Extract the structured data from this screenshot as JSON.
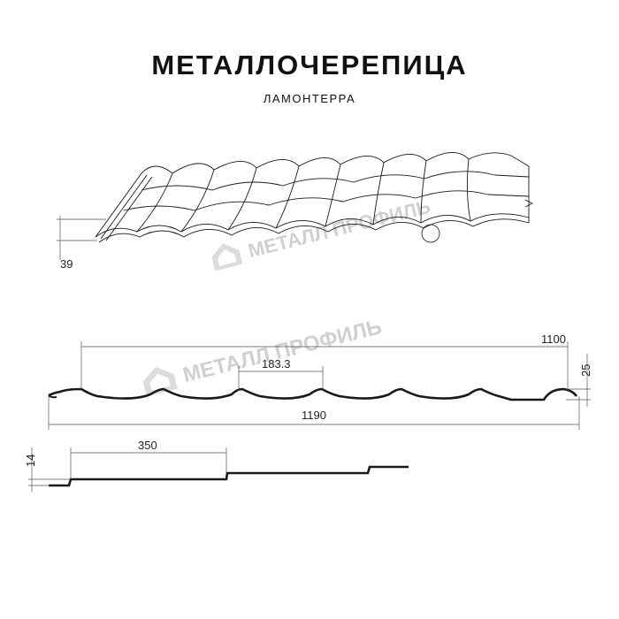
{
  "header": {
    "title": "МЕТАЛЛОЧЕРЕПИЦА",
    "subtitle": "ЛАМОНТЕРРА"
  },
  "watermark": {
    "text": "МЕТАЛЛ ПРОФИЛЬ",
    "color": "#d0d0d0"
  },
  "dimensions": {
    "sheet_height": "39",
    "useful_width": "1100",
    "wave_pitch": "183.3",
    "profile_height": "25",
    "full_width": "1190",
    "step_length": "350",
    "step_height": "14"
  },
  "colors": {
    "line": "#1a1a1a",
    "thin_line": "#555555"
  }
}
